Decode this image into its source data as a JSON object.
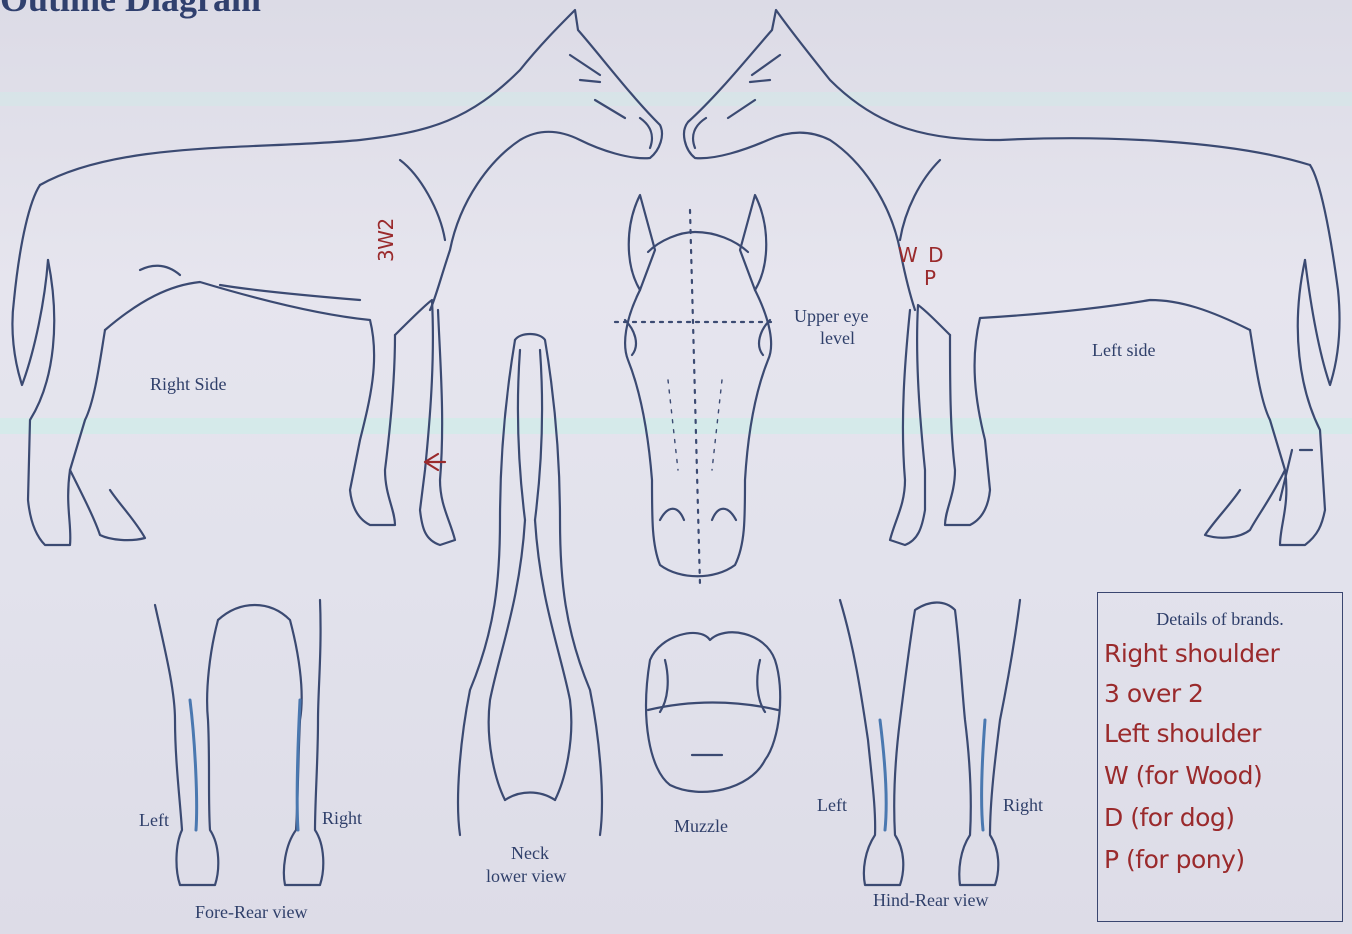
{
  "title": "Outline Diagram",
  "labels": {
    "right_side": "Right Side",
    "left_side": "Left side",
    "upper_eye": [
      "Upper eye",
      "level"
    ],
    "neck": [
      "Neck",
      "lower view"
    ],
    "muzzle": "Muzzle",
    "fore_left": "Left",
    "fore_right": "Right",
    "fore_rear_view": "Fore-Rear view",
    "hind_left": "Left",
    "hind_right": "Right",
    "hind_rear_view": "Hind-Rear view"
  },
  "brand_details": {
    "heading": "Details of brands.",
    "lines": [
      "Right shoulder",
      "3 over 2",
      "Left shoulder",
      "W (for Wood)",
      "D (for dog)",
      "P (for pony)"
    ]
  },
  "annotations": {
    "right_shoulder_mark": "3W2",
    "left_shoulder_mark": [
      "W D",
      "P"
    ]
  },
  "colors": {
    "ink": "#3b4a72",
    "handwriting": "#9a2a2c",
    "paper": "#e4e3ec"
  }
}
